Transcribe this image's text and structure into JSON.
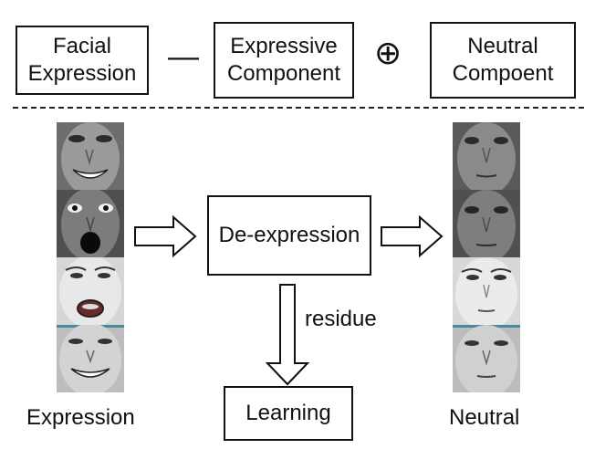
{
  "equation": {
    "term1": "Facial\nExpression",
    "minus_symbol": "—",
    "term2": "Expressive\nComponent",
    "plus_symbol": "⊕",
    "term3": "Neutral\nCompoent"
  },
  "pipeline": {
    "process_label": "De-expression",
    "residue_label": "residue",
    "learning_label": "Learning",
    "left_caption": "Expression",
    "right_caption": "Neutral"
  },
  "faces": {
    "expression_count": 4,
    "neutral_count": 4
  }
}
